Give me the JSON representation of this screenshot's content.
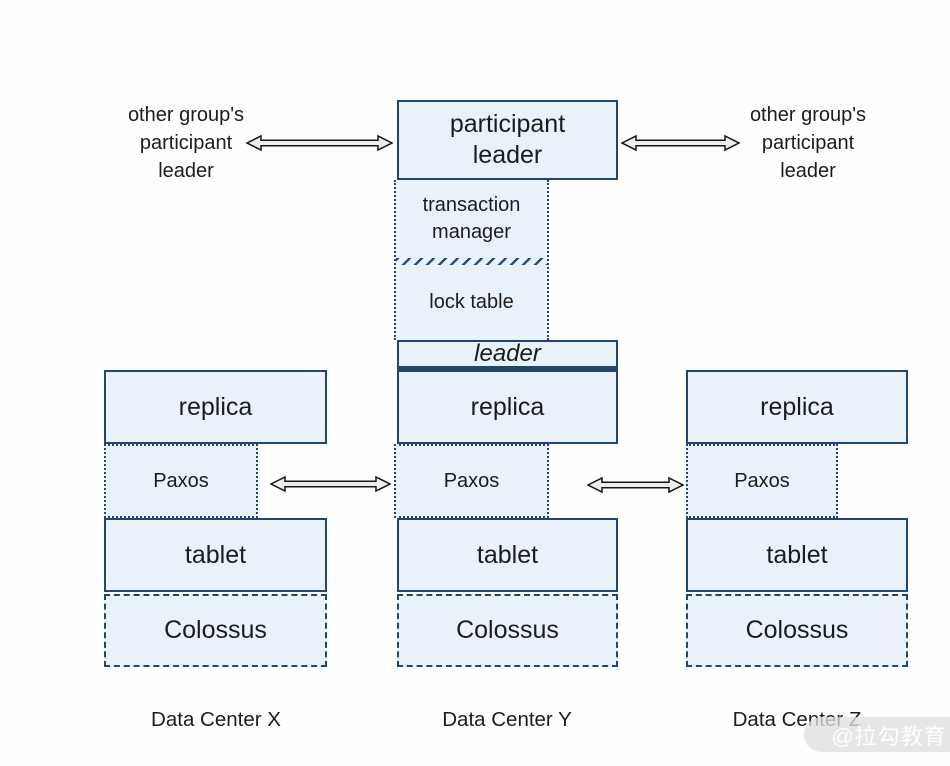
{
  "external_labels": {
    "left": "other group's\nparticipant\nleader",
    "right": "other group's\nparticipant\nleader"
  },
  "center_stack": {
    "participant_leader": "participant\nleader",
    "transaction_manager": "transaction\nmanager",
    "lock_table": "lock table",
    "leader": "leader"
  },
  "columns": [
    {
      "replica": "replica",
      "paxos": "Paxos",
      "tablet": "tablet",
      "colossus": "Colossus",
      "label": "Data Center X"
    },
    {
      "replica": "replica",
      "paxos": "Paxos",
      "tablet": "tablet",
      "colossus": "Colossus",
      "label": "Data Center Y"
    },
    {
      "replica": "replica",
      "paxos": "Paxos",
      "tablet": "tablet",
      "colossus": "Colossus",
      "label": "Data Center Z"
    }
  ],
  "watermark": "@拉勾教育",
  "colors": {
    "box_fill": "#e9f1fb",
    "box_border": "#24466b",
    "text": "#1c1c1c",
    "arrow_fill": "#ededed",
    "arrow_outline": "#161616",
    "watermark_bg": "#dfdfdf",
    "watermark_text": "#ffffff"
  }
}
